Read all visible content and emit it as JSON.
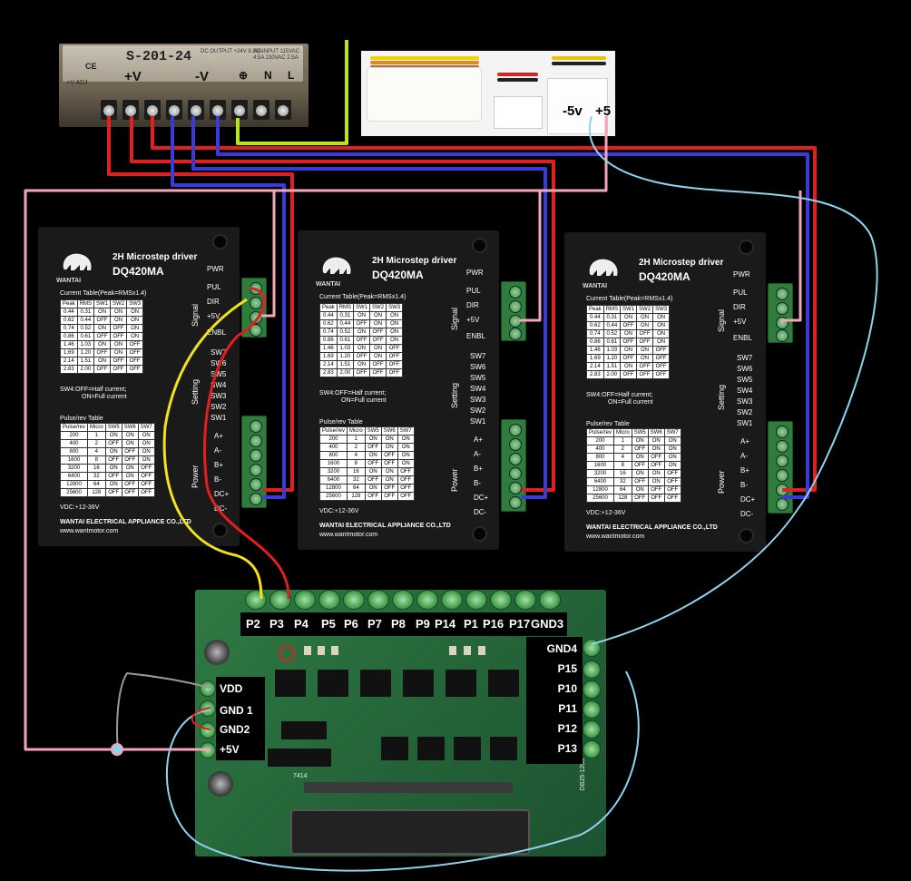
{
  "psu": {
    "model": "S-201-24",
    "ce": "CE",
    "spec_dc": "DC OUTPUT +24V 8.30A",
    "spec_ac": "AC INPUT 115VAC 4.5A 230VAC 2.5A",
    "vadj": "+V ADJ",
    "terminal_pos": "+V",
    "terminal_neg": "-V",
    "terminal_gnd": "⊕",
    "terminal_n": "N",
    "terminal_l": "L"
  },
  "connector": {
    "neg5_label": "-5v",
    "pos5_label": "+5"
  },
  "drivers": [
    {
      "brand": "WANTAI",
      "title": "2H Microstep driver",
      "model": "DQ420MA",
      "current_table_title": "Current Table(Peak=RMSx1.4)",
      "current_headers": [
        "Peak",
        "RMS",
        "SW1",
        "SW2",
        "SW3"
      ],
      "current_rows": [
        [
          "0.44",
          "0.31",
          "ON",
          "ON",
          "ON"
        ],
        [
          "0.62",
          "0.44",
          "OFF",
          "ON",
          "ON"
        ],
        [
          "0.74",
          "0.52",
          "ON",
          "OFF",
          "ON"
        ],
        [
          "0.86",
          "0.61",
          "OFF",
          "OFF",
          "ON"
        ],
        [
          "1.46",
          "1.03",
          "ON",
          "ON",
          "OFF"
        ],
        [
          "1.69",
          "1.20",
          "OFF",
          "ON",
          "OFF"
        ],
        [
          "2.14",
          "1.51",
          "ON",
          "OFF",
          "OFF"
        ],
        [
          "2.83",
          "2.00",
          "OFF",
          "OFF",
          "OFF"
        ]
      ],
      "sw4_note": "SW4:OFF=Half current;",
      "sw4_note2": "ON=Full current",
      "pulse_table_title": "Pulse/rev Table",
      "pulse_headers": [
        "Pulse/rev",
        "Micro",
        "SW5",
        "SW6",
        "SW7"
      ],
      "pulse_rows": [
        [
          "200",
          "1",
          "ON",
          "ON",
          "ON"
        ],
        [
          "400",
          "2",
          "OFF",
          "ON",
          "ON"
        ],
        [
          "800",
          "4",
          "ON",
          "OFF",
          "ON"
        ],
        [
          "1600",
          "8",
          "OFF",
          "OFF",
          "ON"
        ],
        [
          "3200",
          "16",
          "ON",
          "ON",
          "OFF"
        ],
        [
          "6400",
          "32",
          "OFF",
          "ON",
          "OFF"
        ],
        [
          "12800",
          "64",
          "ON",
          "OFF",
          "OFF"
        ],
        [
          "25600",
          "128",
          "OFF",
          "OFF",
          "OFF"
        ]
      ],
      "vdc": "VDC:+12-36V",
      "maker": "WANTAI ELECTRICAL APPLIANCE CO.,LTD",
      "web": "www.wantmotor.com",
      "group_signal": "Signal",
      "group_setting": "Setting",
      "group_power": "Power",
      "signal_pins": [
        "PWR",
        "PUL",
        "DIR",
        "+5V",
        "ENBL"
      ],
      "setting_pins": [
        "SW7",
        "SW6",
        "SW5",
        "SW4",
        "SW3",
        "SW2",
        "SW1"
      ],
      "power_pins": [
        "A+",
        "A-",
        "B+",
        "B-",
        "DC+",
        "DC-"
      ]
    }
  ],
  "board": {
    "top_pins": [
      "P2",
      "P3",
      "P4",
      "P5",
      "P6",
      "P7",
      "P8",
      "P9",
      "P14",
      "P1",
      "P16",
      "P17",
      "GND3"
    ],
    "right_pins": [
      "GND4",
      "P15",
      "P10",
      "P11",
      "P12",
      "P13"
    ],
    "left_pins": [
      "VDD",
      "GND 1",
      "GND2",
      "+5V"
    ],
    "silk_model": "DB25-1205",
    "silk_chip": "7414"
  },
  "colors": {
    "wire_red": "#e02020",
    "wire_blue": "#3a3ad8",
    "wire_pink": "#f4a7b9",
    "wire_yellow": "#f2e21c",
    "wire_lime": "#b5e61d",
    "wire_lightblue": "#8fd3ec",
    "wire_gray": "#9a9a9a"
  }
}
